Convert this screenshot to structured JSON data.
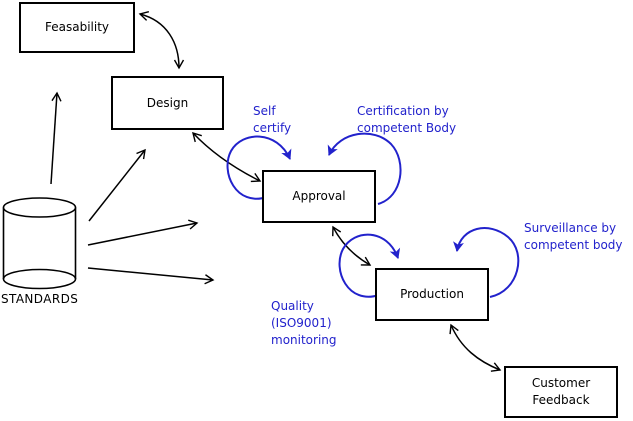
{
  "nodes": {
    "feasability": {
      "label": "Feasability"
    },
    "design": {
      "label": "Design"
    },
    "approval": {
      "label": "Approval"
    },
    "production": {
      "label": "Production"
    },
    "customer_feedback": {
      "lines": [
        "Customer",
        "Feedback"
      ]
    },
    "standards": {
      "label": "STANDARDS"
    }
  },
  "annotations": {
    "self_certify": {
      "lines": [
        "Self",
        "certify"
      ]
    },
    "certification": {
      "lines": [
        "Certification by",
        "competent Body"
      ]
    },
    "surveillance": {
      "lines": [
        "Surveillance by",
        "competent body"
      ]
    },
    "quality": {
      "lines": [
        "Quality",
        "(ISO9001)",
        "monitoring"
      ]
    }
  },
  "colors": {
    "annotation_blue": "#2222cc",
    "line_black": "#000000",
    "background": "#ffffff"
  }
}
